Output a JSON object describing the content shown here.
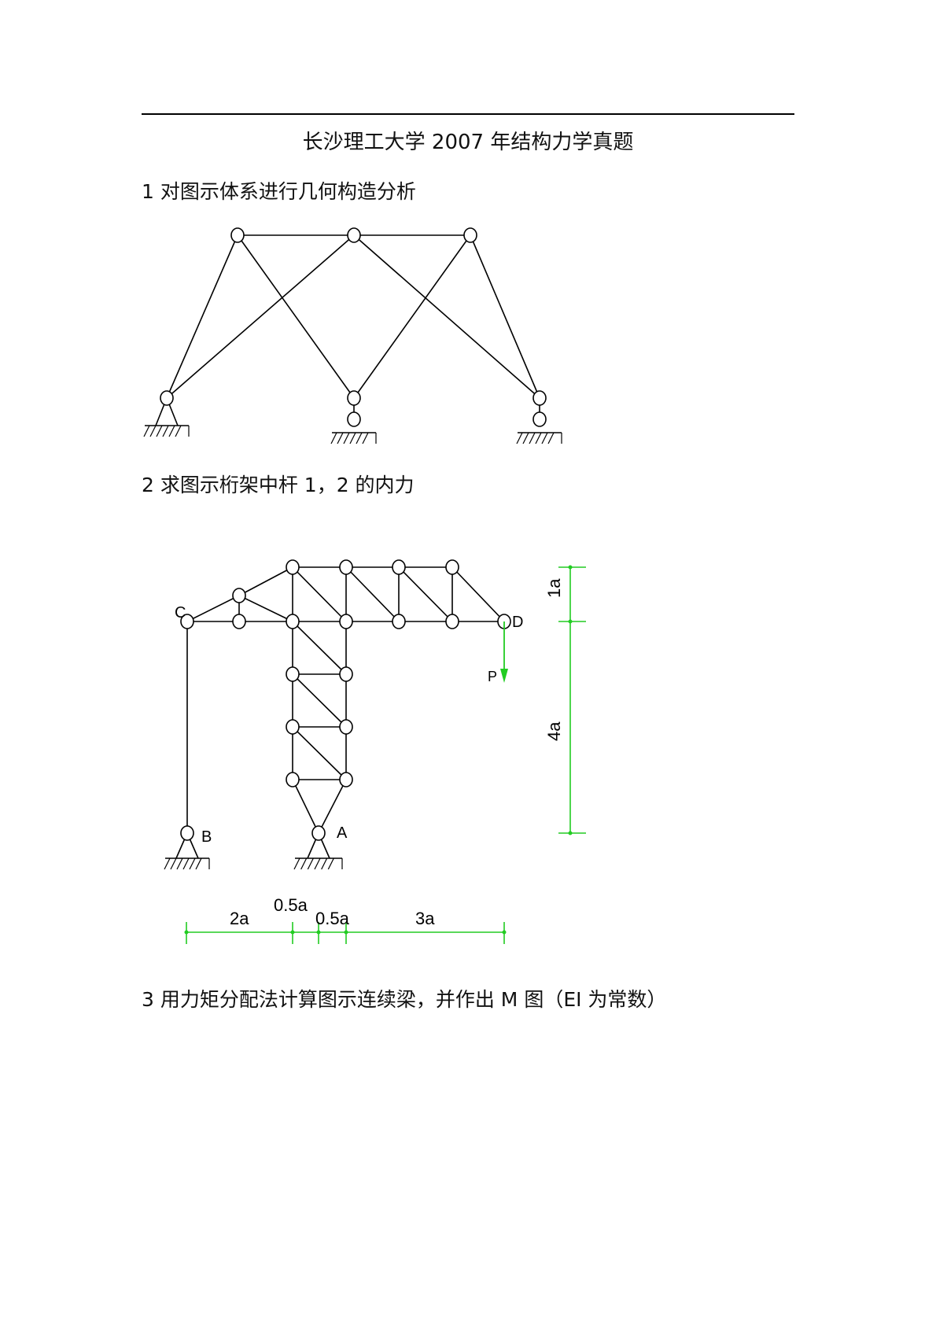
{
  "document": {
    "title": "长沙理工大学 2007 年结构力学真题",
    "questions": [
      {
        "text": "1 对图示体系进行几何构造分析"
      },
      {
        "text": "2 求图示桁架中杆 1，2 的内力"
      },
      {
        "text": "3 用力矩分配法计算图示连续梁，并作出 M 图（EI 为常数）"
      }
    ]
  },
  "figure2": {
    "labels": {
      "C": "C",
      "D": "D",
      "A": "A",
      "B": "B",
      "P": "P"
    },
    "dims_vertical": [
      "1a",
      "4a"
    ],
    "dims_horizontal": [
      "2a",
      "0.5a",
      "0.5a",
      "3a"
    ],
    "dim_color": "#22cc22"
  }
}
